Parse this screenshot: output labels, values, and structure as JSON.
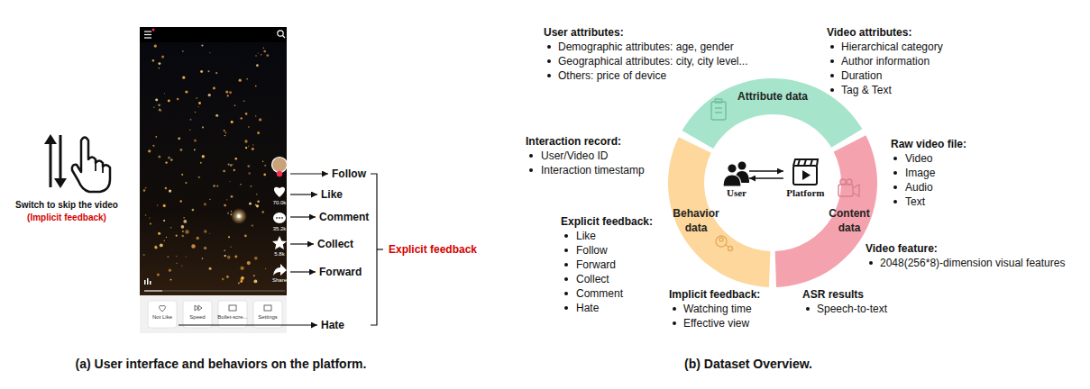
{
  "diagram": {
    "nodes": [
      {
        "text": [
          "Attribute data"
        ]
      },
      {
        "text": [
          "Content data"
        ]
      },
      {
        "text": [
          "Behavior data"
        ]
      },
      {
        "text": [
          "User"
        ]
      },
      {
        "text": [
          "Platform"
        ]
      }
    ],
    "edges": [
      {
        "from": 3,
        "to": 4,
        "arrow": "to"
      },
      {
        "from": 4,
        "to": 3,
        "arrow": "to"
      }
    ],
    "labels": [
      "Switch to skip the video",
      "(Implicit feedback)",
      "Follow",
      "Like",
      "Comment",
      "Collect",
      "Forward",
      "Hate",
      "Explicit feedback",
      "70.0k",
      "35.2k",
      "5.8k",
      "Share",
      "Not Like",
      "Speed",
      "Bullet-scre...",
      "Settings",
      "(a) User interface and behaviors on the platform.",
      "User attributes:",
      "Demographic attributes: age, gender",
      "Geographical attributes: city, city level...",
      "Others: price of device",
      "Video attributes:",
      "Hierarchical category",
      "Author information",
      "Duration",
      "Tag & Text",
      "Interaction record:",
      "User/Video ID",
      "Interaction timestamp",
      "Raw video file:",
      "Video",
      "Image",
      "Audio",
      "Text",
      "Explicit feedback:",
      "Like",
      "Follow",
      "Forward",
      "Collect",
      "Comment",
      "Hate",
      "Implicit feedback:",
      "Watching time",
      "Effective view",
      "Video feature:",
      "2048(256*8)-dimension visual features",
      "ASR results",
      "Speech-to-text",
      "(b) Dataset Overview."
    ]
  }
}
